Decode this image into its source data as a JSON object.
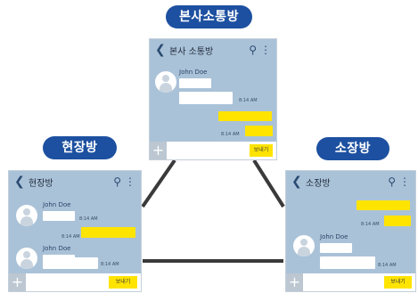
{
  "diagram": {
    "line_color": "#3a3a3a",
    "accent": "#1d50a0",
    "chat_bg": "#aac2d8",
    "bubble_yellow": "#ffe400"
  },
  "labels": {
    "top": "본사소통방",
    "left": "현장방",
    "right": "소장방"
  },
  "rooms": {
    "top": {
      "title": "본사 소통방",
      "sender": "John Doe",
      "time_1": "8:14 AM",
      "time_2": "8:14 AM",
      "send": "보내기"
    },
    "left": {
      "title": "현장방",
      "sender_1": "John Doe",
      "time_1": "8:14 AM",
      "time_2": "8:14 AM",
      "sender_2": "John Doe",
      "time_3": "8:14 AM",
      "send": "보내기"
    },
    "right": {
      "title": "소장방",
      "time_1": "8:14 AM",
      "sender": "John Doe",
      "time_2": "8:14 AM",
      "send": "보내기"
    }
  },
  "icons": {
    "back": "chevron-left-icon",
    "search": "search-icon",
    "menu": "more-vertical-icon",
    "attach": "plus-icon"
  }
}
